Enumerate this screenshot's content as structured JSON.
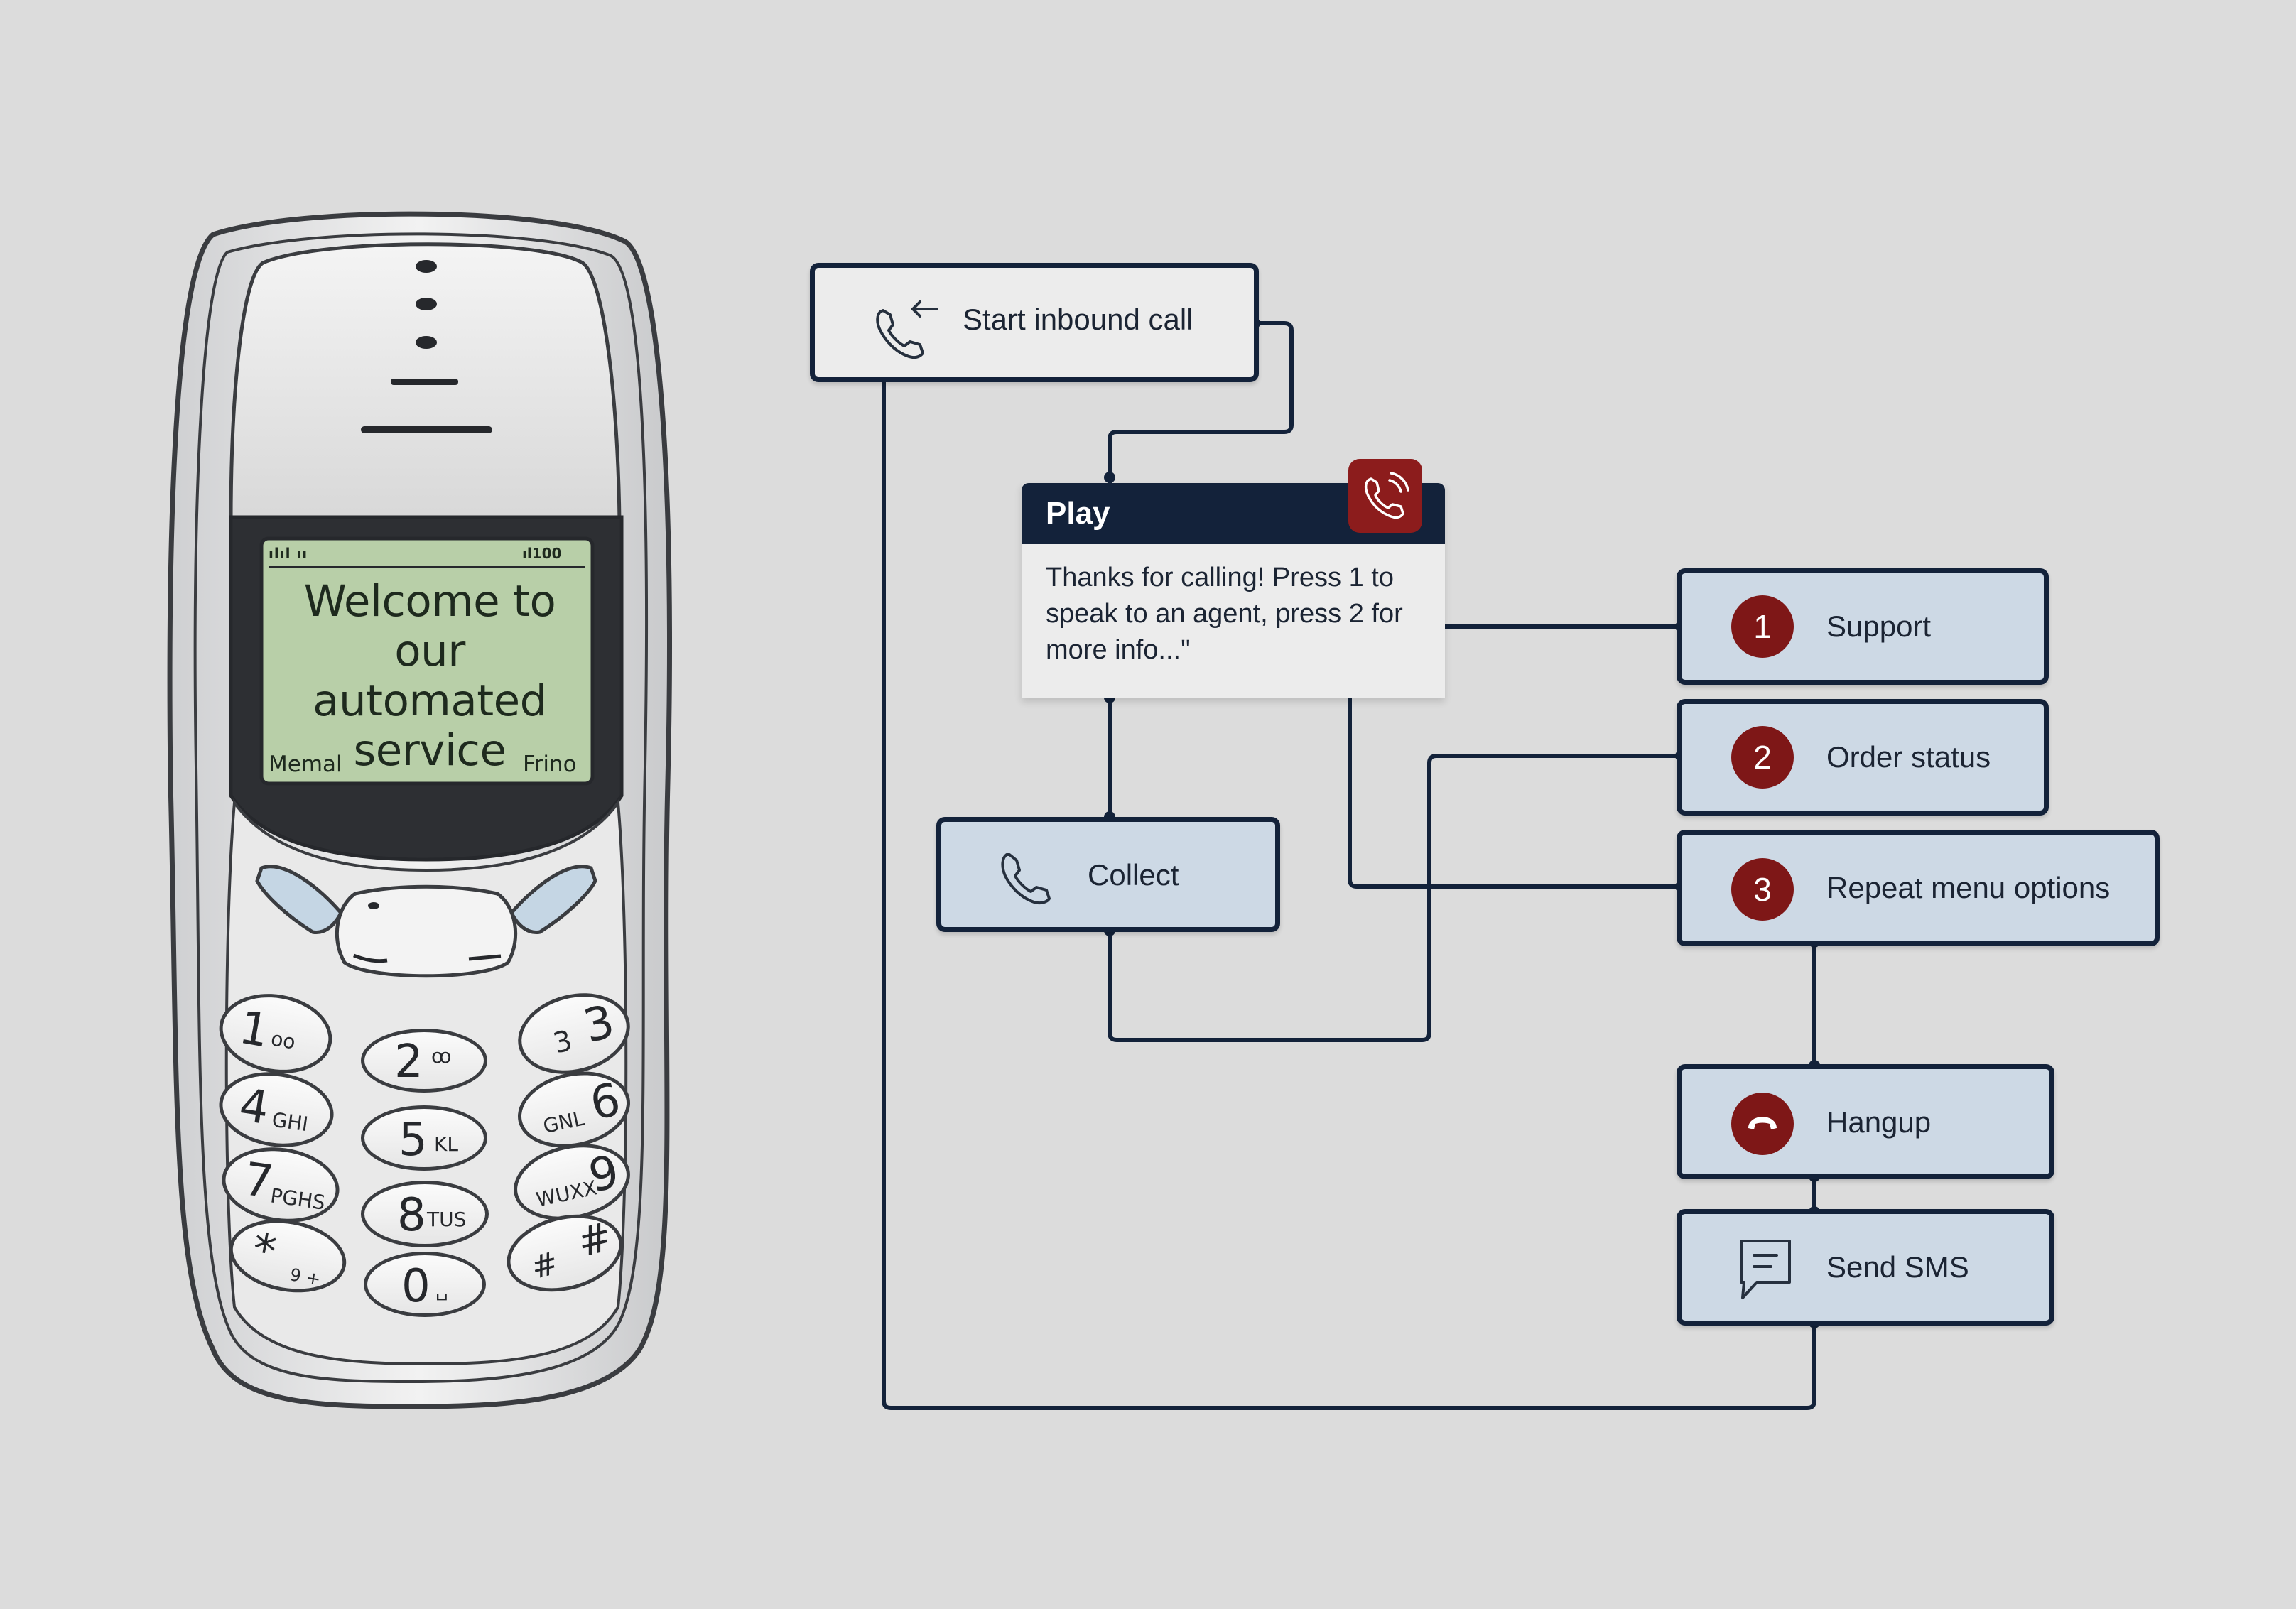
{
  "phone": {
    "status_left": "ılıl ıı",
    "status_right": "ıl100",
    "welcome_line1": "Welcome to our",
    "welcome_line2": "automated",
    "welcome_line3": "service",
    "soft_left": "Memal",
    "soft_right": "Frino",
    "keys": [
      {
        "digit": "1",
        "letters": "oo"
      },
      {
        "digit": "2",
        "letters": "ꝏ"
      },
      {
        "digit": "3",
        "letters": "3"
      },
      {
        "digit": "4",
        "letters": "GHI"
      },
      {
        "digit": "5",
        "letters": "KL"
      },
      {
        "digit": "6",
        "letters": "GNL"
      },
      {
        "digit": "7",
        "letters": "PGHS"
      },
      {
        "digit": "8",
        "letters": "TUS"
      },
      {
        "digit": "9",
        "letters": "WUXX"
      },
      {
        "digit": "*",
        "letters": "9 +"
      },
      {
        "digit": "0",
        "letters": "␣"
      },
      {
        "digit": "#",
        "letters": "#"
      }
    ]
  },
  "flow": {
    "start": {
      "label": "Start inbound call",
      "icon": "phone-incoming-icon"
    },
    "play": {
      "title": "Play",
      "text": "Thanks for calling! Press 1 to speak to an agent, press 2 for more info...\"",
      "icon": "phone-ringing-icon"
    },
    "collect": {
      "label": "Collect",
      "icon": "phone-icon"
    },
    "options": [
      {
        "number": "1",
        "label": "Support"
      },
      {
        "number": "2",
        "label": "Order status"
      },
      {
        "number": "3",
        "label": "Repeat menu options"
      }
    ],
    "hangup": {
      "label": "Hangup",
      "icon": "hangup-icon"
    },
    "sms": {
      "label": "Send SMS",
      "icon": "message-icon"
    }
  },
  "colors": {
    "background": "#dcdcdc",
    "navy": "#13223a",
    "node_fill": "#cdd9e5",
    "badge_red": "#7e1717",
    "screen_green": "#b8cfa8"
  }
}
